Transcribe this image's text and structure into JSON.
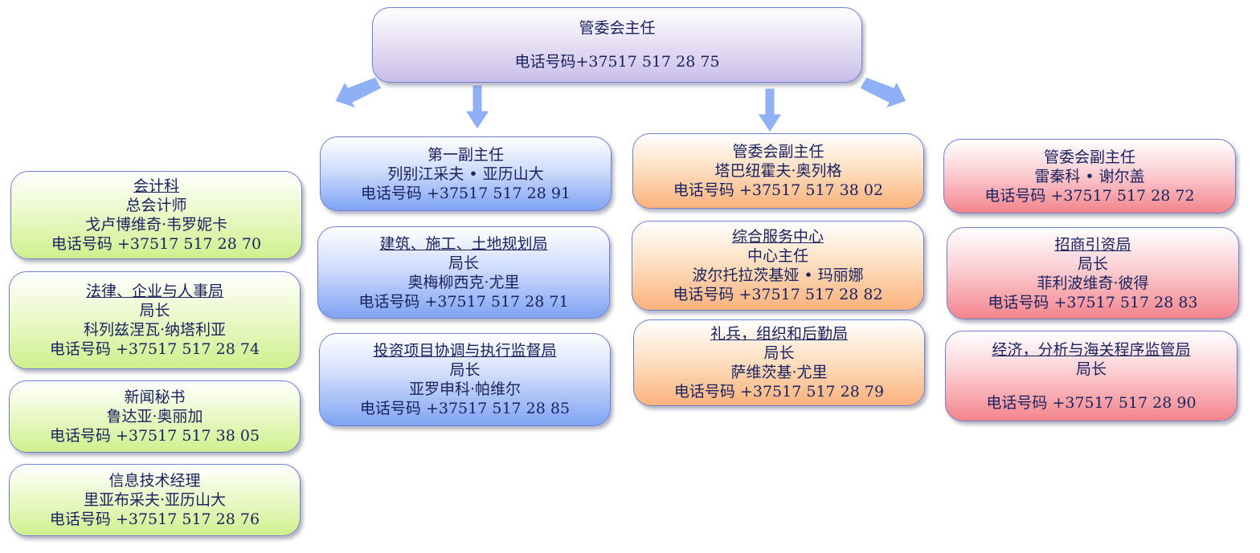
{
  "top": {
    "title": "管委会主任",
    "phone": "电话号码+37517 517 28 75"
  },
  "columns": {
    "green": [
      {
        "title": "会计科",
        "role": "总会计师",
        "name": "戈卢博维奇·韦罗妮卡",
        "phone": "电话号码 +37517 517 28 70"
      },
      {
        "title": "法律、企业与人事局",
        "role": "局长",
        "name": "科列兹涅瓦·纳塔利亚",
        "phone": "电话号码 +37517 517 28 74"
      },
      {
        "title": "新闻秘书",
        "name": "鲁达亚·奥丽加",
        "phone": "电话号码 +37517 517 38 05"
      },
      {
        "title": "信息技术经理",
        "name": "里亚布采夫·亚历山大",
        "phone": "电话号码 +37517 517 28 76"
      }
    ],
    "blue": [
      {
        "title": "第一副主任",
        "name": "列别江采夫 • 亚历山大",
        "phone": "电话号码 +37517 517 28 91"
      },
      {
        "title": "建筑、施工、土地规划局",
        "role": "局长",
        "name": "奥梅柳西克·尤里",
        "phone": "电话号码 +37517 517 28 71"
      },
      {
        "title": "投资项目协调与执行监督局",
        "role": "局长",
        "name": "亚罗申科·帕维尔",
        "phone": "电话号码 +37517 517 28 85"
      }
    ],
    "orange": [
      {
        "title": "管委会副主任",
        "name": "塔巴纽霍夫·奥列格",
        "phone": "电话号码 +37517 517 38 02"
      },
      {
        "title": "综合服务中心",
        "role": "中心主任",
        "name": "波尔托拉茨基娅 • 玛丽娜",
        "phone": "电话号码 +37517 517 28 82"
      },
      {
        "title": "礼兵，组织和后勤局",
        "role": "局长",
        "name": "萨维茨基·尤里",
        "phone": "电话号码 +37517 517 28 79"
      }
    ],
    "red": [
      {
        "title": "管委会副主任",
        "name": "雷秦科 • 谢尔盖",
        "phone": "电话号码 +37517 517 28 72"
      },
      {
        "title": "招商引资局",
        "role": "局长",
        "name": "菲利波维奇·彼得",
        "phone": "电话号码 +37517 517 28 83"
      },
      {
        "title": "经济，分析与海关程序监管局",
        "role": "局长",
        "phone": "电话号码 +37517 517 28 90"
      }
    ]
  },
  "colors": {
    "border": "#6f7fcf",
    "arrow": "#8fb0f7",
    "text": "#1a2360"
  }
}
